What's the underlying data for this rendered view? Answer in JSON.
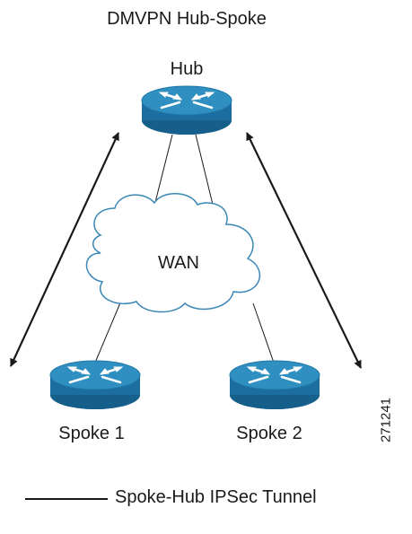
{
  "diagram": {
    "title": "DMVPN Hub-Spoke",
    "nodes": {
      "hub": {
        "label": "Hub",
        "icon": "router-icon"
      },
      "wan": {
        "label": "WAN",
        "icon": "cloud-icon"
      },
      "spoke1": {
        "label": "Spoke 1",
        "icon": "router-icon"
      },
      "spoke2": {
        "label": "Spoke 2",
        "icon": "router-icon"
      }
    },
    "legend": {
      "label": "Spoke-Hub IPSec Tunnel"
    },
    "figure_id": "271241",
    "colors": {
      "router_top": "#2f8fc0",
      "router_side": "#1b6e9f",
      "router_dark": "#14527a",
      "cloud_fill": "#ffffff",
      "cloud_stroke": "#3a87b5",
      "line": "#1a1a1a"
    }
  }
}
